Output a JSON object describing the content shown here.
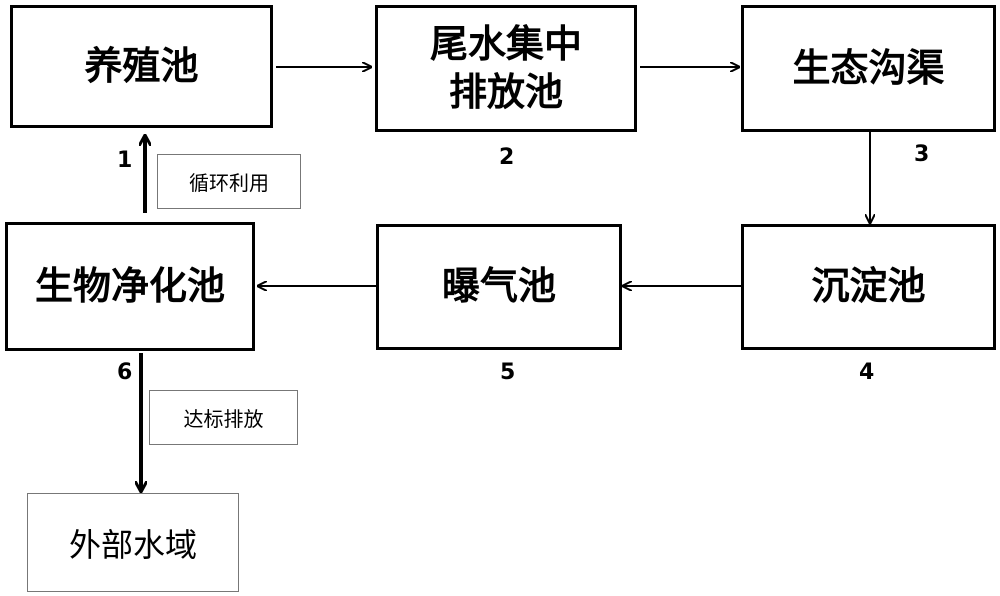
{
  "nodes": {
    "n1": {
      "label": "养殖池",
      "number": "1"
    },
    "n2": {
      "label": "尾水集中\n排放池",
      "number": "2"
    },
    "n3": {
      "label": "生态沟渠",
      "number": "3"
    },
    "n4": {
      "label": "沉淀池",
      "number": "4"
    },
    "n5": {
      "label": "曝气池",
      "number": "5"
    },
    "n6": {
      "label": "生物净化池",
      "number": "6"
    }
  },
  "annotations": {
    "recycle": "循环利用",
    "discharge": "达标排放"
  },
  "external": {
    "label": "外部水域"
  }
}
